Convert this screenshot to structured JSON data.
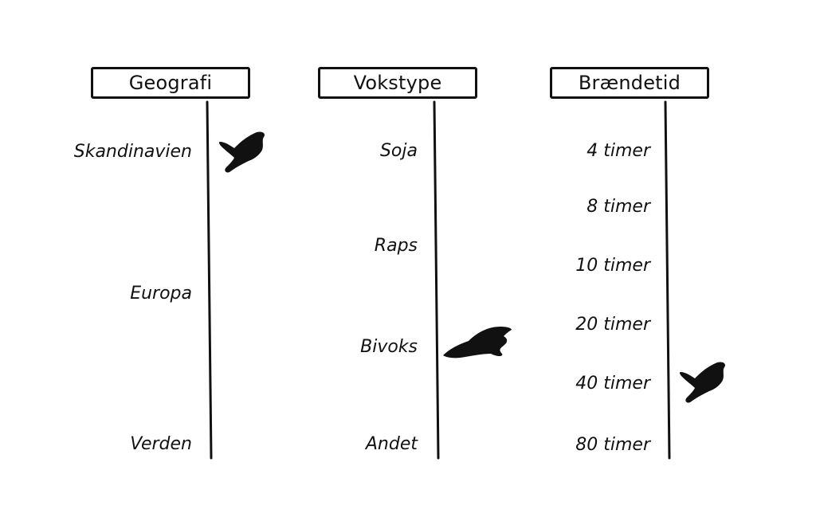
{
  "columns": [
    {
      "title": "Geografi",
      "labels": [
        "Skandinavien",
        "Europa",
        "Verden"
      ]
    },
    {
      "title": "Vokstype",
      "labels": [
        "Soja",
        "Raps",
        "Bivoks",
        "Andet"
      ]
    },
    {
      "title": "Brændetid",
      "labels": [
        "4 timer",
        "8 timer",
        "10 timer",
        "20 timer",
        "40 timer",
        "80 timer"
      ]
    }
  ],
  "markers": [
    {
      "icon": "bird-icon",
      "column": 0,
      "value": "Skandinavien"
    },
    {
      "icon": "bird-icon",
      "column": 1,
      "value": "Bivoks"
    },
    {
      "icon": "bird-icon",
      "column": 2,
      "value": "40 timer"
    }
  ]
}
